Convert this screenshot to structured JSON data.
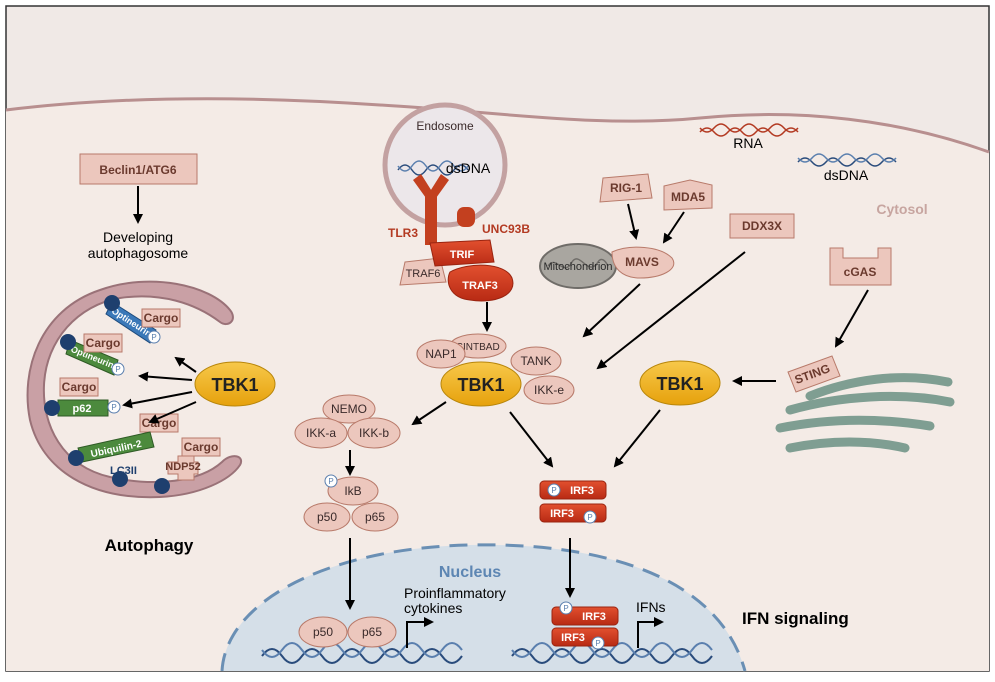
{
  "labels": {
    "endosome": "Endosome",
    "dsdna_endo": "dsDNA",
    "rna": "RNA",
    "dsdna_cyto": "dsDNA",
    "cytosol": "Cytosol",
    "beclin": "Beclin1/ATG6",
    "developing": "Developing",
    "autophagosome": "autophagosome",
    "tlr3": "TLR3",
    "unc93b": "UNC93B",
    "trif": "TRIF",
    "traf6": "TRAF6",
    "traf3": "TRAF3",
    "rig1": "RIG-1",
    "mda5": "MDA5",
    "ddx3x": "DDX3X",
    "mitochondrion": "Mitochondrion",
    "mavs": "MAVS",
    "cgas": "cGAS",
    "sting": "STING",
    "tbk1": "TBK1",
    "nap1": "NAP1",
    "sintbad": "SINTBAD",
    "tank": "TANK",
    "ikke": "IKK-e",
    "nemo": "NEMO",
    "ikka": "IKK-a",
    "ikkb": "IKK-b",
    "ikb": "IkB",
    "p50": "p50",
    "p65": "p65",
    "irf3": "IRF3",
    "p": "P",
    "cargo": "Cargo",
    "optineurin": "Optineurin",
    "p62": "p62",
    "ubiquilin": "Ubiquilin-2",
    "lc3ii": "LC3II",
    "ndp52": "NDP52",
    "autophagy": "Autophagy",
    "nucleus": "Nucleus",
    "proinflammatory": "Proinflammatory",
    "cytokines": "cytokines",
    "ifns": "IFNs",
    "ifn_signaling": "IFN signaling"
  },
  "colors": {
    "background": "#f4ebe6",
    "membrane": "#b88f8f",
    "protein_fill": "#ecc7bd",
    "protein_stroke": "#b87a6a",
    "tbk1": "#f2b11b",
    "red": "#d33a22",
    "nucleus": "#d5dfe8",
    "er": "#7f9e92",
    "dna_blue": "#2a4c7c"
  }
}
